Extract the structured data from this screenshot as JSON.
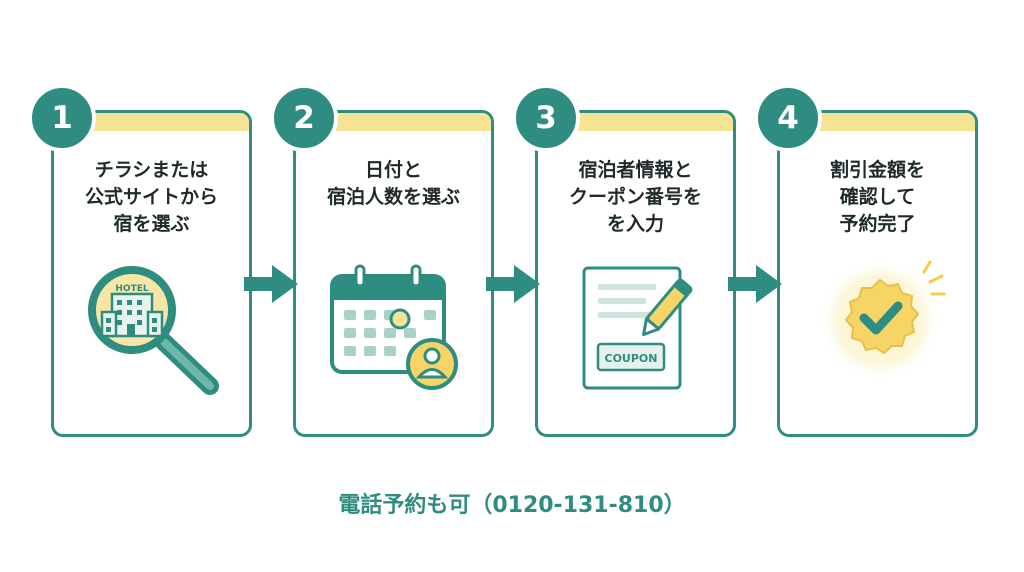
{
  "steps": [
    {
      "number": "1",
      "lines": [
        "チラシまたは",
        "公式サイトから",
        "宿を選ぶ"
      ],
      "hotel_sign": "HOTEL"
    },
    {
      "number": "2",
      "lines": [
        "日付と",
        "宿泊人数を選ぶ"
      ]
    },
    {
      "number": "3",
      "lines": [
        "宿泊者情報と",
        "クーポン番号を",
        "を入力"
      ],
      "coupon_label": "COUPON"
    },
    {
      "number": "4",
      "lines": [
        "割引金額を",
        "確認して",
        "予約完了"
      ]
    }
  ],
  "footer": {
    "text": "電話予約も可（0120-131-810）"
  },
  "colors": {
    "primary": "#2e8d80",
    "accent": "#f7e394",
    "text": "#1f2a2a"
  },
  "icons": [
    "magnifier-hotel-icon",
    "calendar-person-icon",
    "coupon-form-pen-icon",
    "check-seal-icon",
    "right-arrow-icon"
  ]
}
